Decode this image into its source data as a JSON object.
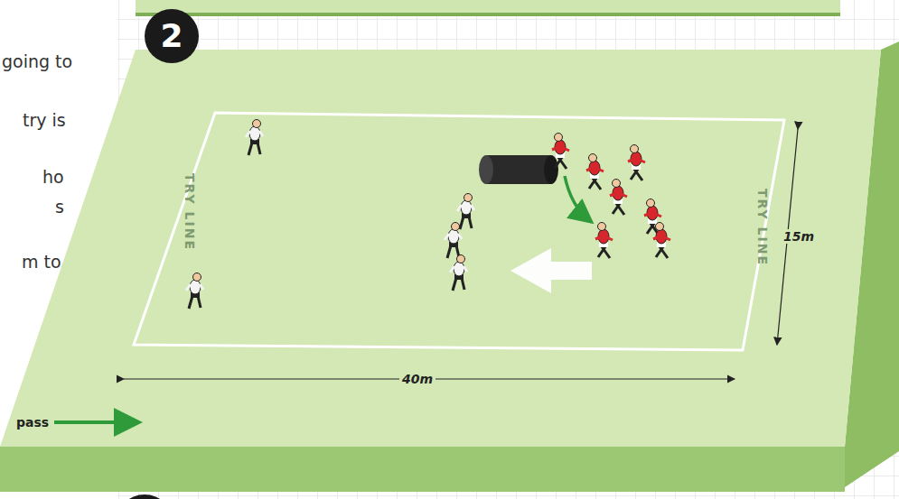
{
  "diagram": {
    "nodes": [
      {
        "text": [
          "2"
        ]
      }
    ],
    "labels": [
      "going to",
      "try is",
      "ho",
      "s",
      "m to",
      "TRY LINE",
      "TRY LINE",
      "15m",
      "40m"
    ],
    "legend": [
      {
        "text": "pass"
      }
    ]
  }
}
